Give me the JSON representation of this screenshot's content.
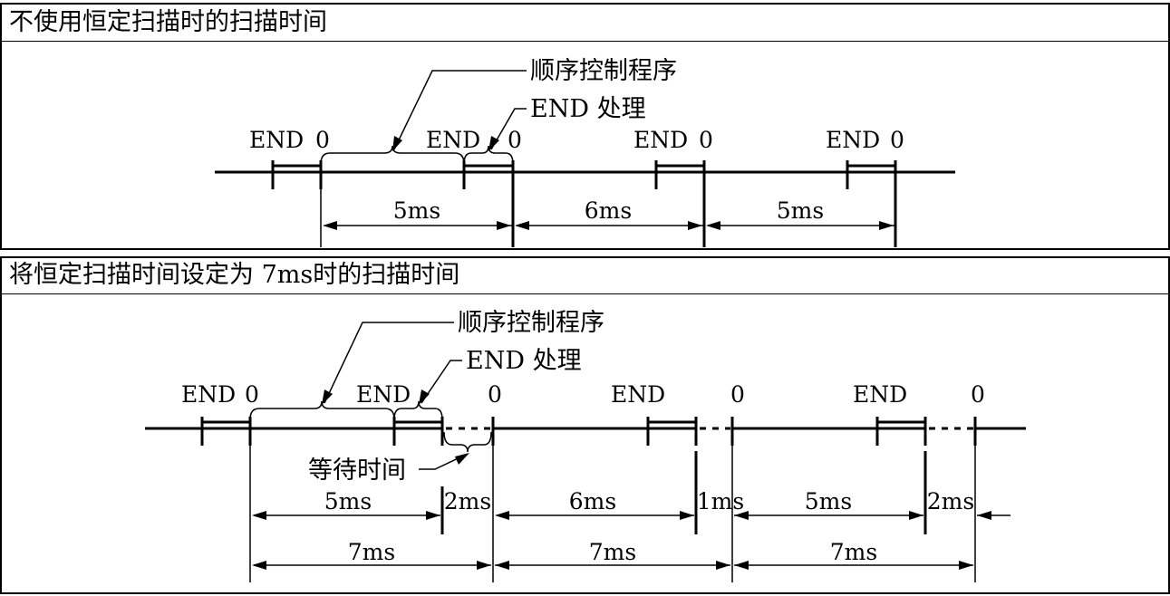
{
  "top_panel": {
    "title": "不使用恒定扫描时的扫描时间",
    "sequence_label": "顺序控制程序",
    "end_label": "END 处理",
    "markers": [
      {
        "end": "END",
        "zero": "0"
      },
      {
        "end": "END",
        "zero": "0"
      },
      {
        "end": "END",
        "zero": "0"
      },
      {
        "end": "END",
        "zero": "0"
      }
    ],
    "durations": [
      "5ms",
      "6ms",
      "5ms"
    ]
  },
  "bottom_panel": {
    "title": "将恒定扫描时间设定为 7ms时的扫描时间",
    "sequence_label": "顺序控制程序",
    "end_label": "END 处理",
    "wait_label": "等待时间",
    "markers": [
      {
        "end": "END",
        "zero": "0"
      },
      {
        "end": "END",
        "zero": "0"
      },
      {
        "end": "END",
        "zero": "0"
      },
      {
        "end": "END",
        "zero": "0"
      }
    ],
    "durations": [
      "5ms",
      "2ms",
      "6ms",
      "1ms",
      "5ms",
      "2ms"
    ],
    "constant_scan": [
      "7ms",
      "7ms",
      "7ms"
    ]
  }
}
